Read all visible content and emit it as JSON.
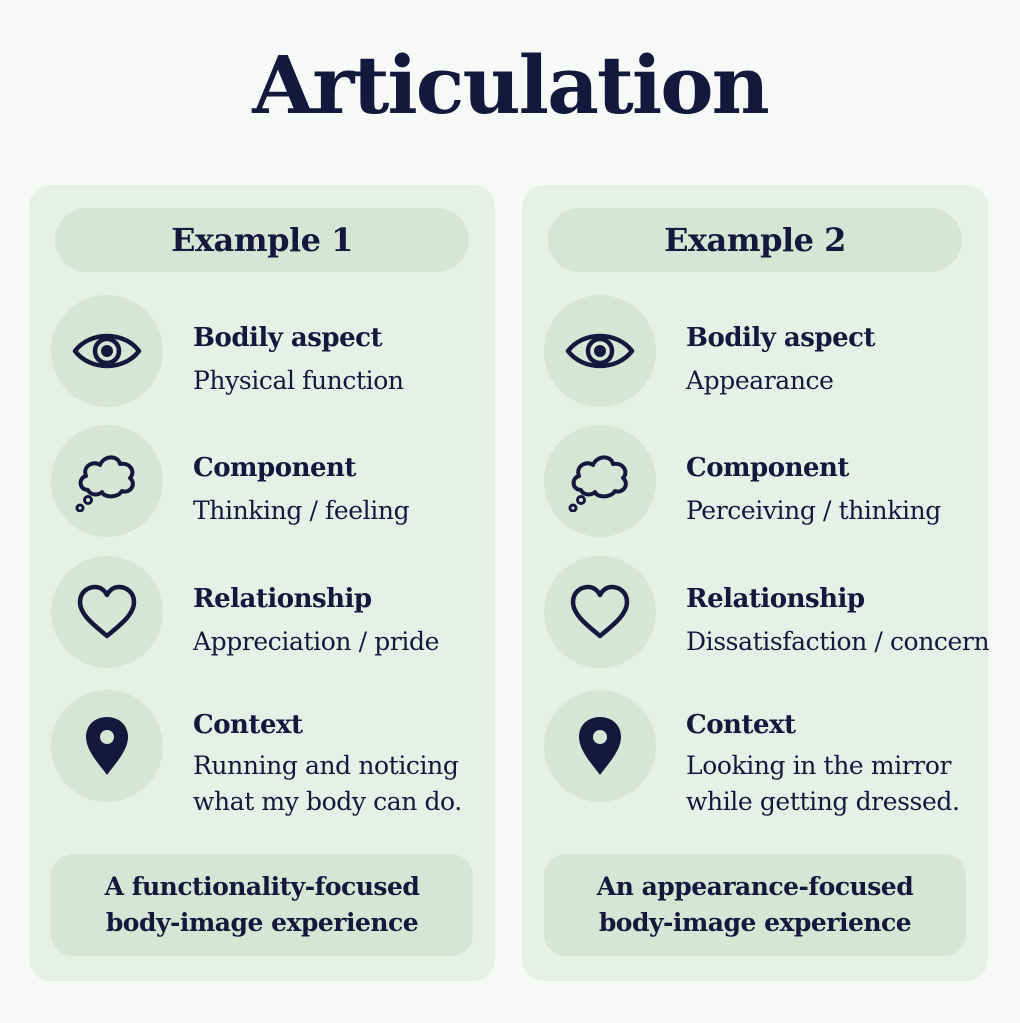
{
  "title": "Articulation",
  "colors": {
    "text": "#13193d",
    "panel_bg": "#e6f0e6",
    "pill_bg": "#d5e6d5",
    "page_bg": "#f7f9f7"
  },
  "examples": [
    {
      "header": "Example 1",
      "rows": [
        {
          "icon": "eye-icon",
          "label": "Bodily aspect",
          "value": "Physical function"
        },
        {
          "icon": "thought-bubble-icon",
          "label": "Component",
          "value": "Thinking / feeling"
        },
        {
          "icon": "heart-icon",
          "label": "Relationship",
          "value": "Appreciation / pride"
        },
        {
          "icon": "location-pin-icon",
          "label": "Context",
          "value_lines": [
            "Running and noticing",
            "what my body can do."
          ]
        }
      ],
      "footer_lines": [
        "A functionality-focused",
        "body-image experience"
      ]
    },
    {
      "header": "Example 2",
      "rows": [
        {
          "icon": "eye-icon",
          "label": "Bodily aspect",
          "value": "Appearance"
        },
        {
          "icon": "thought-bubble-icon",
          "label": "Component",
          "value": "Perceiving / thinking"
        },
        {
          "icon": "heart-icon",
          "label": "Relationship",
          "value": "Dissatisfaction / concern"
        },
        {
          "icon": "location-pin-icon",
          "label": "Context",
          "value_lines": [
            "Looking in the mirror",
            "while getting dressed."
          ]
        }
      ],
      "footer_lines": [
        "An appearance-focused",
        "body-image experience"
      ]
    }
  ]
}
